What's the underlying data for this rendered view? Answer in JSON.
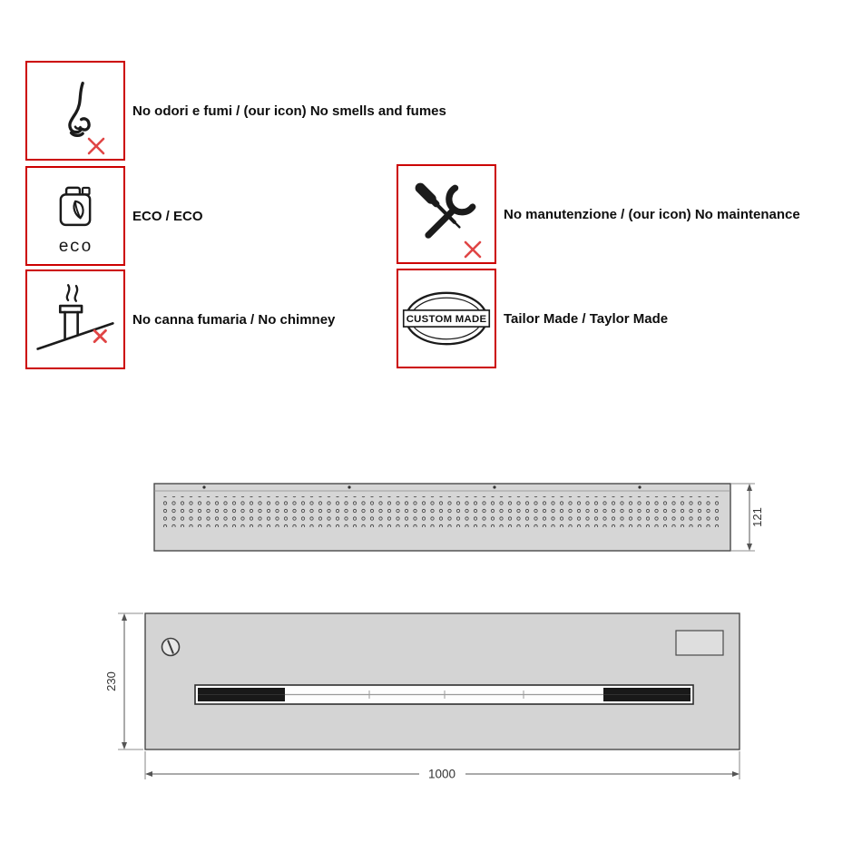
{
  "features": [
    {
      "name": "no-smells",
      "label": "No odori e fumi / (our icon) No smells and fumes",
      "crossed": true
    },
    {
      "name": "eco",
      "label": "ECO / ECO",
      "icon_caption": "eco",
      "crossed": false
    },
    {
      "name": "no-chimney",
      "label": "No canna fumaria / No chimney",
      "crossed": true
    },
    {
      "name": "no-maintenance",
      "label": "No manutenzione / (our icon) No maintenance",
      "crossed": true
    },
    {
      "name": "tailor-made",
      "label": "Tailor Made / Taylor Made",
      "stamp_text": "CUSTOM MADE",
      "crossed": false
    }
  ],
  "technical_drawing": {
    "top_view": {
      "depth_mm": "121"
    },
    "front_view": {
      "height_mm": "230",
      "width_mm": "1000"
    }
  },
  "colors": {
    "feature_border": "#cc0000",
    "cross": "#e04545",
    "drawing_fill": "#d5d5d5"
  }
}
